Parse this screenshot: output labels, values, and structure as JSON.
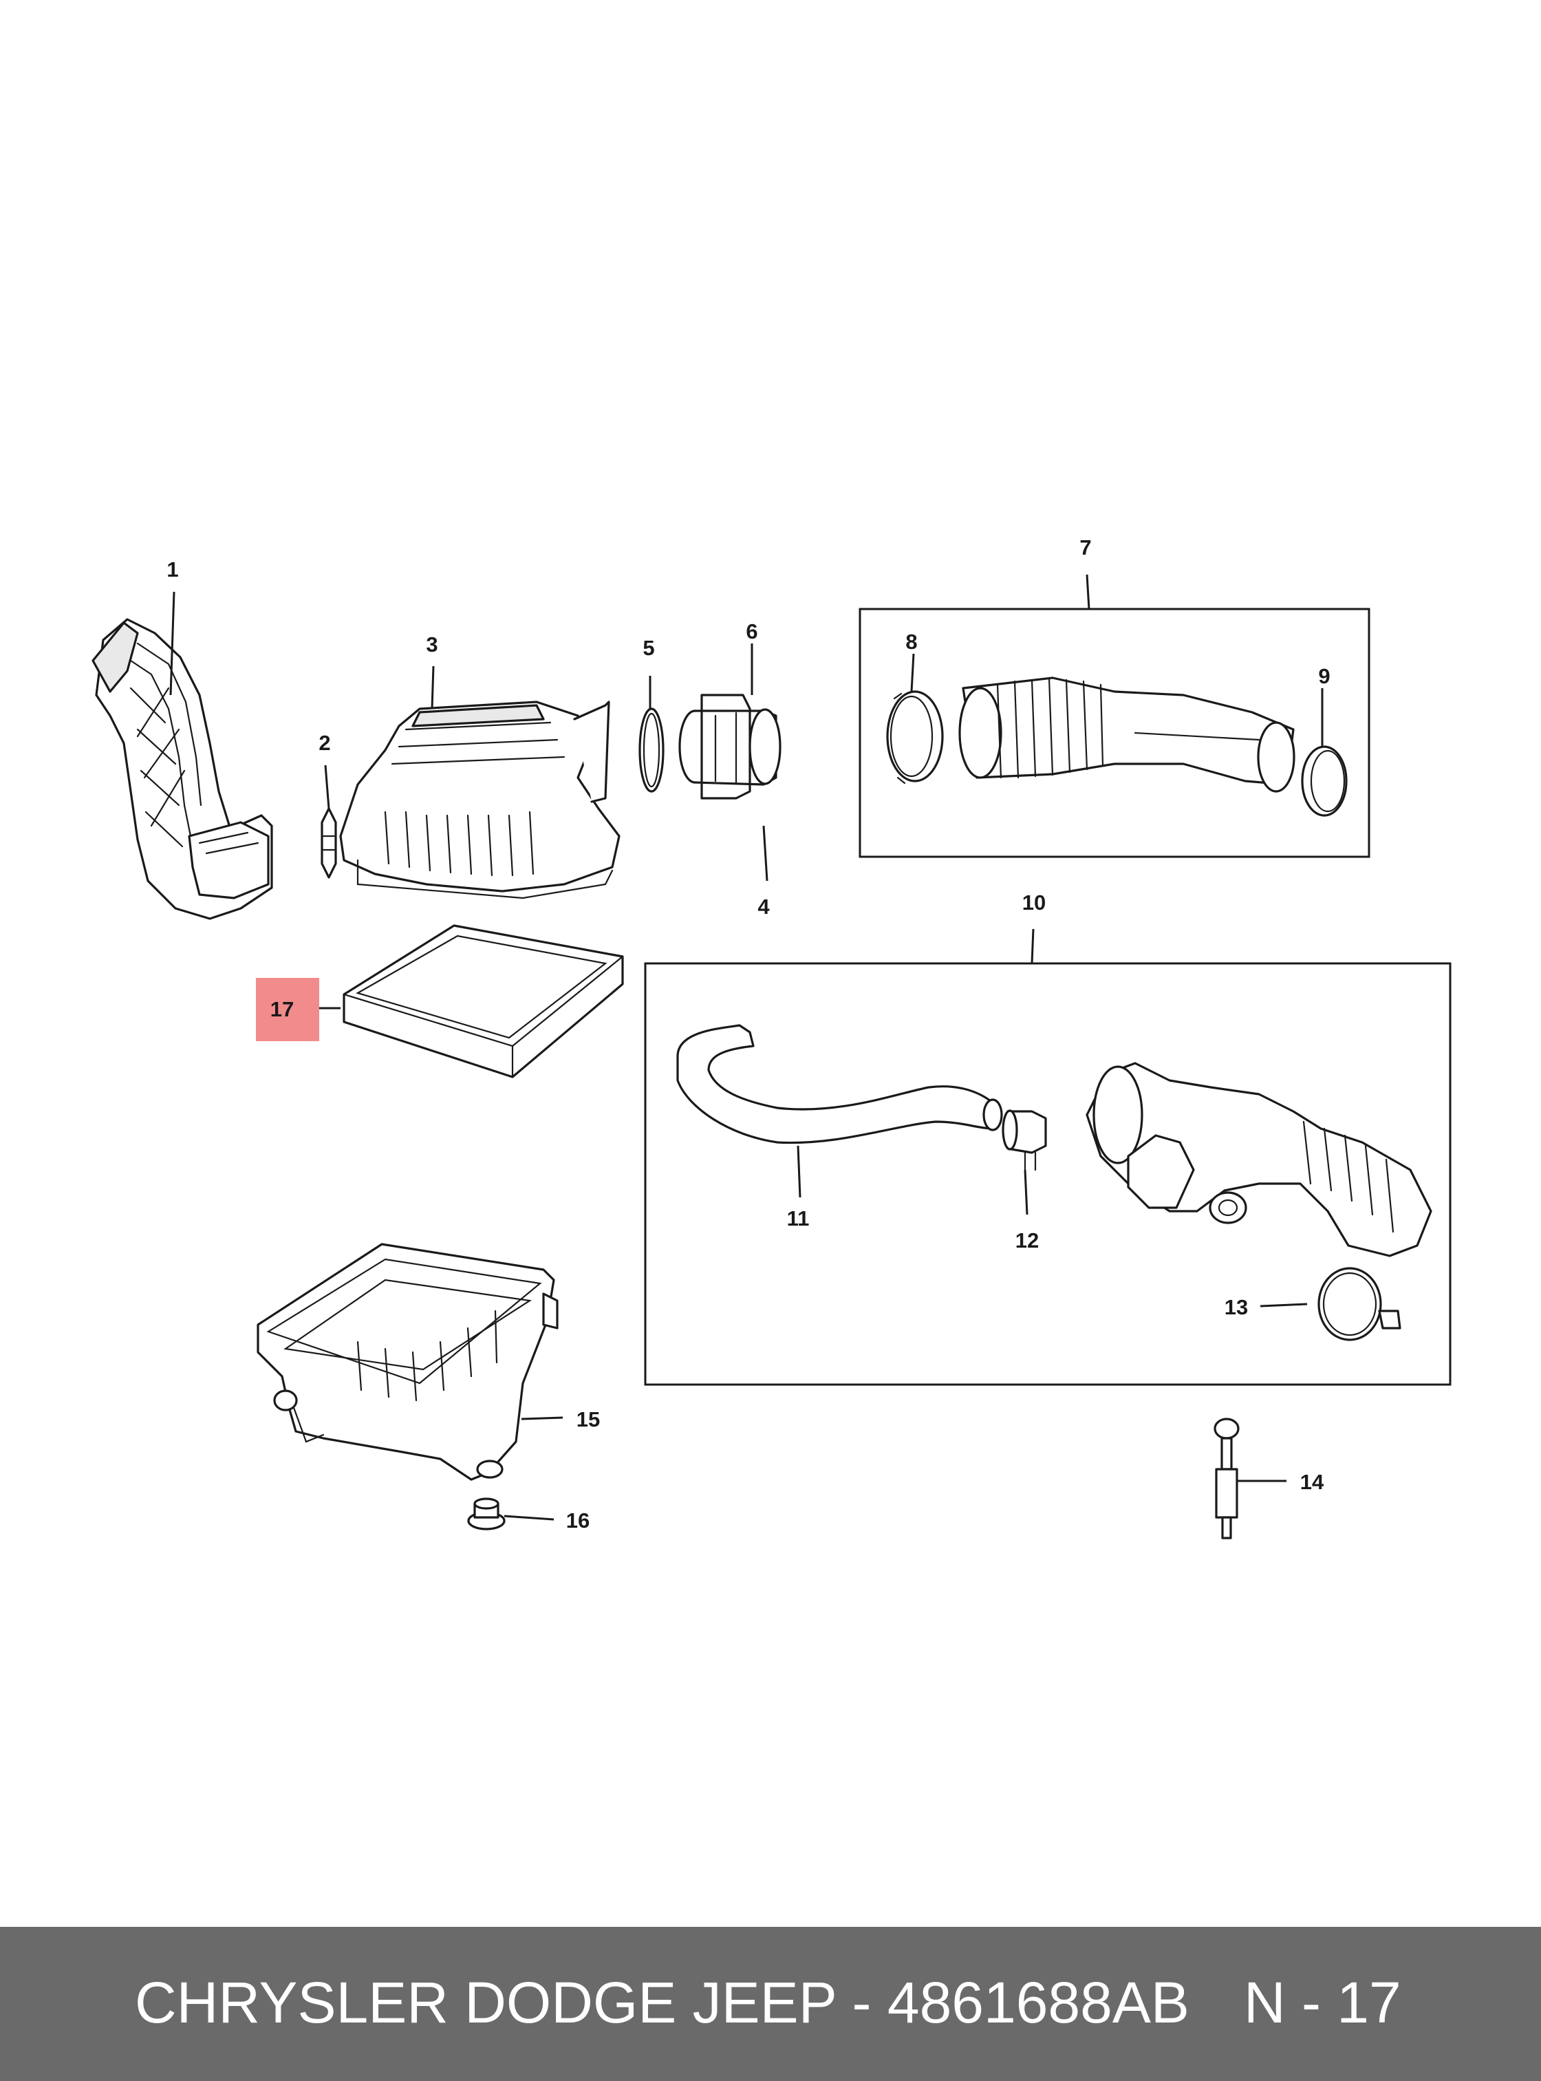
{
  "callouts": {
    "c1": "1",
    "c2": "2",
    "c3": "3",
    "c4": "4",
    "c5": "5",
    "c6": "6",
    "c7": "7",
    "c8": "8",
    "c9": "9",
    "c10": "10",
    "c11": "11",
    "c12": "12",
    "c13": "13",
    "c14": "14",
    "c15": "15",
    "c16": "16",
    "c17": "17"
  },
  "highlight": {
    "color": "#f28b8b",
    "callout": "17"
  },
  "footer": {
    "brand_part": "CHRYSLER DODGE JEEP - 4861688AB",
    "page": "N - 17",
    "background": "#6a6a6a"
  }
}
